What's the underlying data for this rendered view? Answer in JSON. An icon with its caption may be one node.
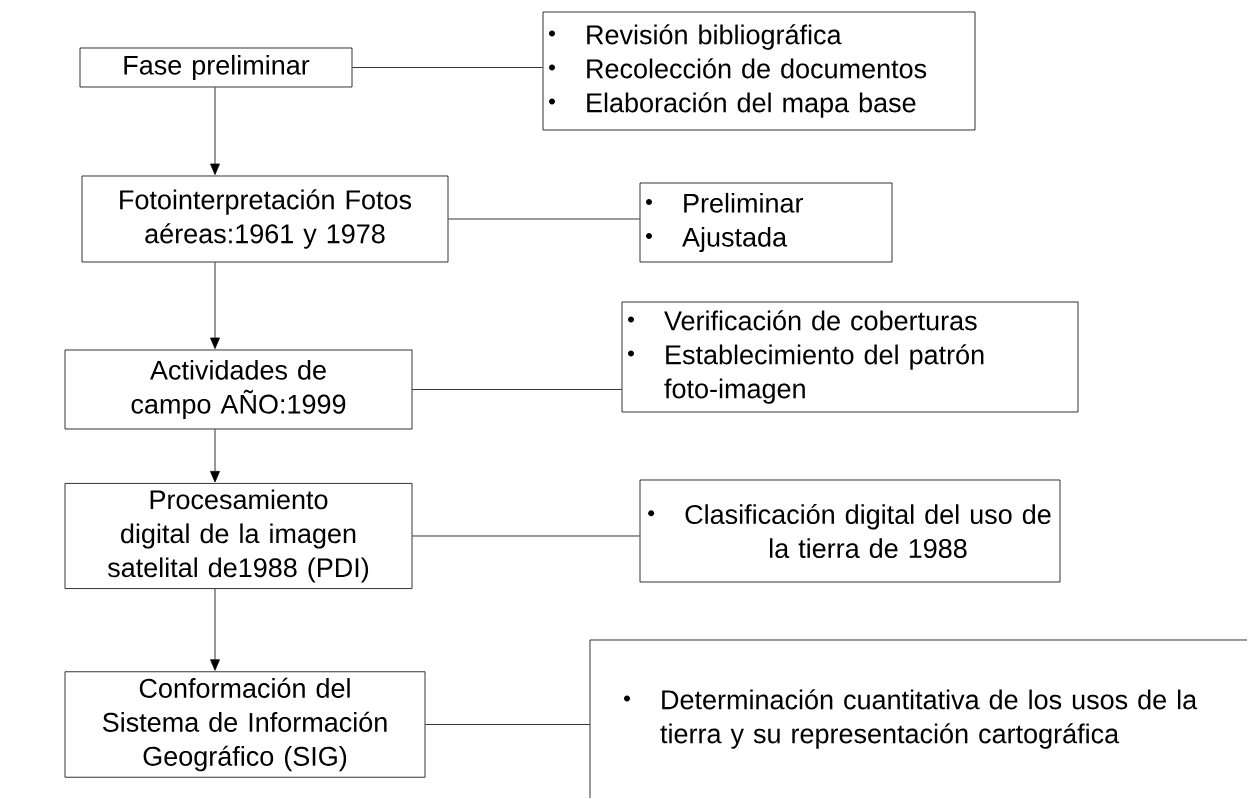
{
  "diagram": {
    "nodes": [
      {
        "text": [
          "Fase preliminar"
        ]
      },
      {
        "text": [
          "Fotointerpretación Fotos aéreas:1961 y 1978"
        ]
      },
      {
        "text": [
          "Actividades de campo AÑO:1999"
        ]
      },
      {
        "text": [
          "Procesamiento digital de la imagen satelital de1988 (PDI)"
        ]
      },
      {
        "text": [
          "Conformación del Sistema de Información Geográfico (SIG)"
        ]
      },
      {
        "text": [
          "Revisión bibliográfica",
          "Recolección de documentos",
          "Elaboración del mapa base"
        ]
      },
      {
        "text": [
          "Preliminar",
          "Ajustada"
        ]
      },
      {
        "text": [
          "Verificación de coberturas",
          "Establecimiento del patrón foto-imagen"
        ]
      },
      {
        "text": [
          "Clasificación digital del uso de la tierra de 1988"
        ]
      },
      {
        "text": [
          "Determinación cuantitativa de los usos de la tierra y su representación cartográfica"
        ]
      }
    ],
    "edges": [
      {
        "from": 0,
        "to": 1,
        "arrow": "to"
      },
      {
        "from": 1,
        "to": 2,
        "arrow": "to"
      },
      {
        "from": 2,
        "to": 3,
        "arrow": "to"
      },
      {
        "from": 3,
        "to": 4,
        "arrow": "to"
      },
      {
        "from": 0,
        "to": 5,
        "arrow": "none"
      },
      {
        "from": 1,
        "to": 6,
        "arrow": "none"
      },
      {
        "from": 2,
        "to": 7,
        "arrow": "none"
      },
      {
        "from": 3,
        "to": 8,
        "arrow": "none"
      },
      {
        "from": 4,
        "to": 9,
        "arrow": "none"
      }
    ]
  }
}
